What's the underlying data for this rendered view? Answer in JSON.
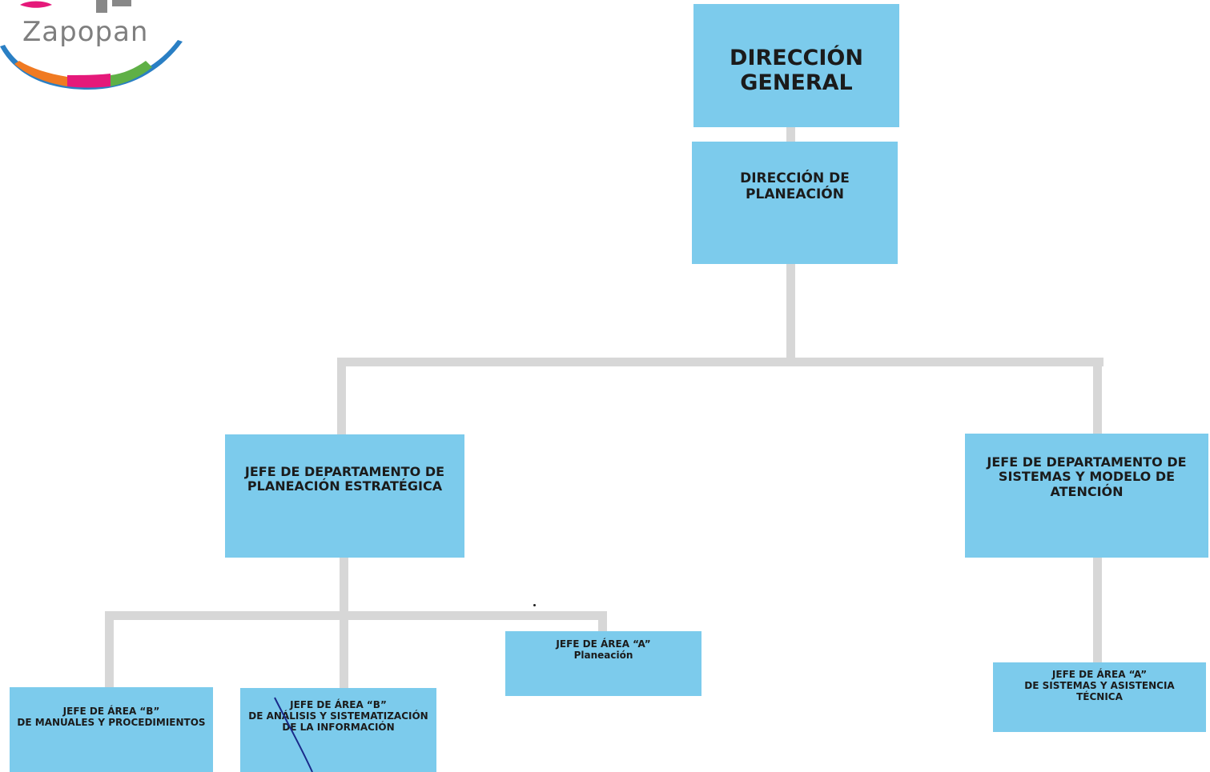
{
  "logo": {
    "text": "Zapopan"
  },
  "org_chart": {
    "direccion_general": {
      "line1": "DIRECCIÓN",
      "line2": "GENERAL"
    },
    "direccion_planeacion": {
      "line1": "DIRECCIÓN DE",
      "line2": "PLANEACIÓN"
    },
    "jefe_planeacion_estrategica": {
      "line1": "JEFE DE DEPARTAMENTO DE",
      "line2": "PLANEACIÓN ESTRATÉGICA"
    },
    "jefe_sistemas_modelo": {
      "line1": "JEFE DE DEPARTAMENTO DE",
      "line2": "SISTEMAS Y MODELO DE",
      "line3": "ATENCIÓN"
    },
    "area_b_manuales": {
      "line1": "JEFE DE ÁREA “B”",
      "line2": "DE MANUALES Y PROCEDIMIENTOS"
    },
    "area_b_analisis": {
      "line1": "JEFE DE ÁREA “B”",
      "line2": "DE ANÁLISIS Y SISTEMATIZACIÓN",
      "line3": "DE LA INFORMACIÓN"
    },
    "area_a_planeacion": {
      "line1": "JEFE DE ÁREA “A”",
      "line2": "Planeación"
    },
    "area_a_sistemas": {
      "line1": "JEFE DE ÁREA “A”",
      "line2": "DE SISTEMAS Y ASISTENCIA",
      "line3": "TÉCNICA"
    }
  },
  "colors": {
    "box_fill": "#7ccbec",
    "connector": "#d7d7d7",
    "text": "#1b1b1b",
    "pen_mark": "#1a2a8a"
  }
}
